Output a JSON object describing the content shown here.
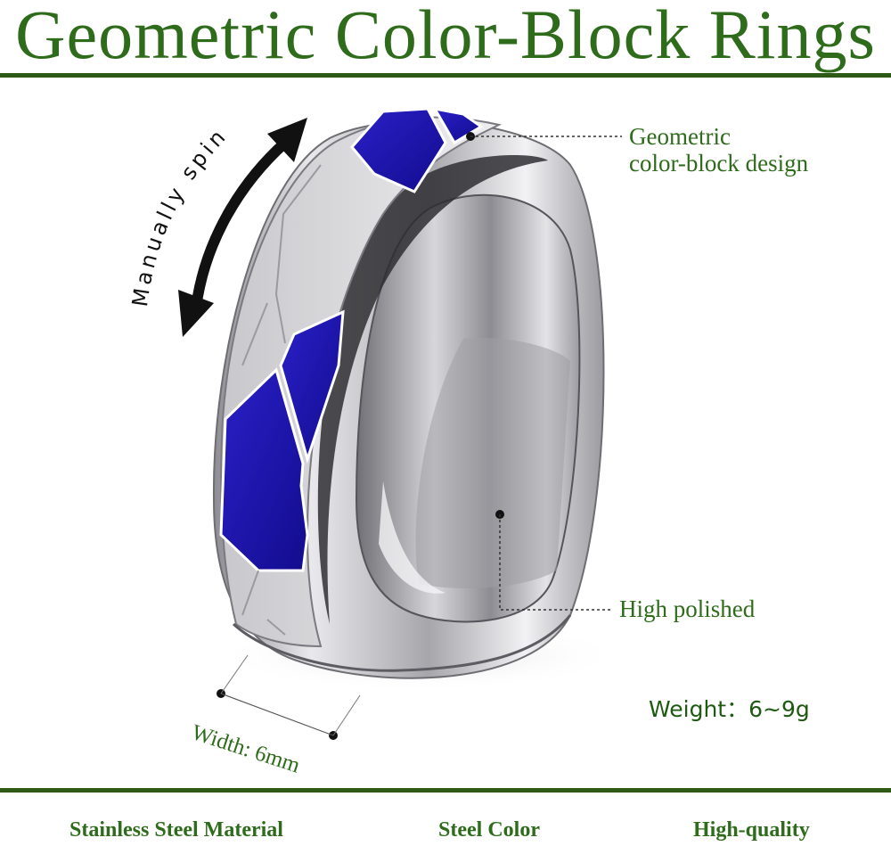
{
  "title": "Geometric Color-Block Rings",
  "annotations": {
    "spin": "Manually spin",
    "geometric_line1": "Geometric",
    "geometric_line2": "color-block design",
    "polished": "High polished",
    "weight": "Weight：6~9g",
    "width": "Width: 6mm"
  },
  "footer": {
    "material": "Stainless Steel Material",
    "color": "Steel Color",
    "quality": "High-quality"
  },
  "colors": {
    "title_green": "#2e6b1a",
    "rule_green": "#2d5a17",
    "enamel_blue": "#1f19b3",
    "enamel_white": "#ffffff",
    "steel": "#b9b9bd"
  }
}
